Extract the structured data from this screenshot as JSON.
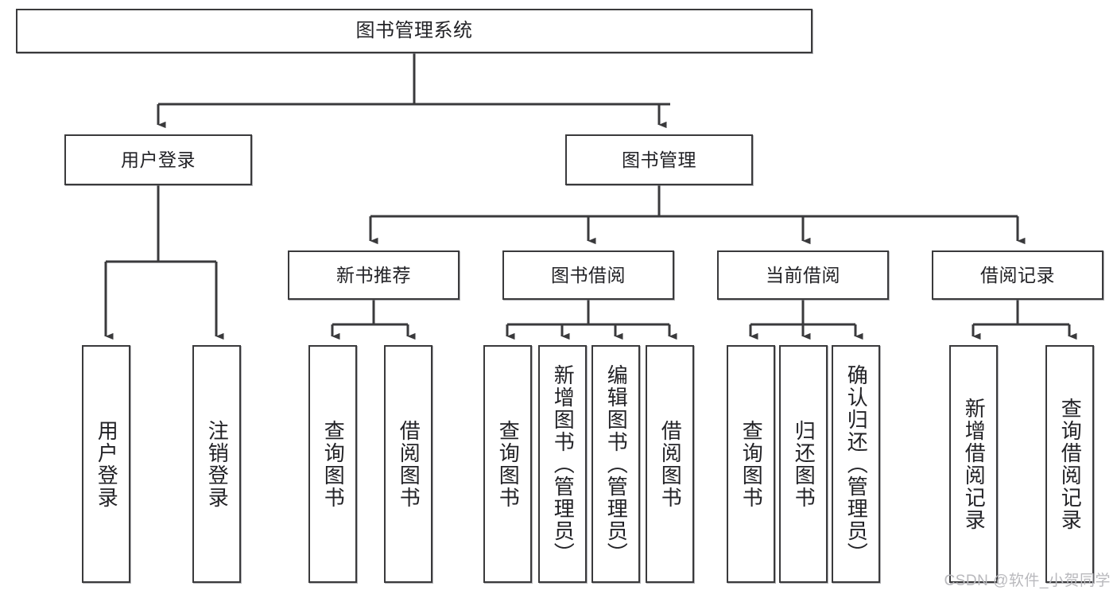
{
  "diagram": {
    "title": "图书管理系统",
    "watermark": "CSDN @软件_小贺同学",
    "colors": {
      "stroke": "#3a3a3c",
      "fill": "#ffffff",
      "text": "#222226",
      "watermark": "#b9b9bd"
    },
    "root": {
      "label": "图书管理系统"
    },
    "level2": [
      {
        "label": "用户登录"
      },
      {
        "label": "图书管理"
      }
    ],
    "level3": [
      {
        "label": "新书推荐"
      },
      {
        "label": "图书借阅"
      },
      {
        "label": "当前借阅"
      },
      {
        "label": "借阅记录"
      }
    ],
    "leaves": {
      "user_login": [
        {
          "label": "用户登录"
        },
        {
          "label": "注销登录"
        }
      ],
      "new_book_recommend": [
        {
          "label": "查询图书"
        },
        {
          "label": "借阅图书"
        }
      ],
      "book_borrow": [
        {
          "label": "查询图书"
        },
        {
          "label": "新增图书（管理员）"
        },
        {
          "label": "编辑图书（管理员）"
        },
        {
          "label": "借阅图书"
        }
      ],
      "current_borrow": [
        {
          "label": "查询图书"
        },
        {
          "label": "归还图书"
        },
        {
          "label": "确认归还（管理员）"
        }
      ],
      "borrow_record": [
        {
          "label": "新增借阅记录"
        },
        {
          "label": "查询借阅记录"
        }
      ]
    }
  }
}
